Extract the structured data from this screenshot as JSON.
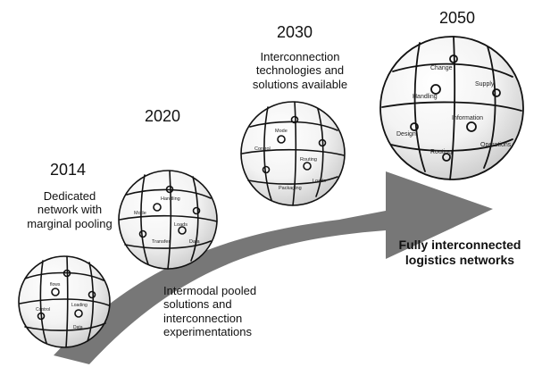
{
  "milestones": [
    {
      "year": "2014",
      "description": "Dedicated\nnetwork with\nmarginal pooling"
    },
    {
      "year": "2020",
      "description": "Intermodal pooled\nsolutions and\ninterconnection\nexperimentations"
    },
    {
      "year": "2030",
      "description": "Interconnection\ntechnologies and\nsolutions available"
    },
    {
      "year": "2050",
      "description": "Fully interconnected\nlogistics networks"
    }
  ],
  "colors": {
    "arrow": "#6b6b6b",
    "globe_fill": "#f6f6f6",
    "stroke": "#111111"
  },
  "icons": [
    "puzzle-globe-icon",
    "growth-arrow-icon"
  ]
}
